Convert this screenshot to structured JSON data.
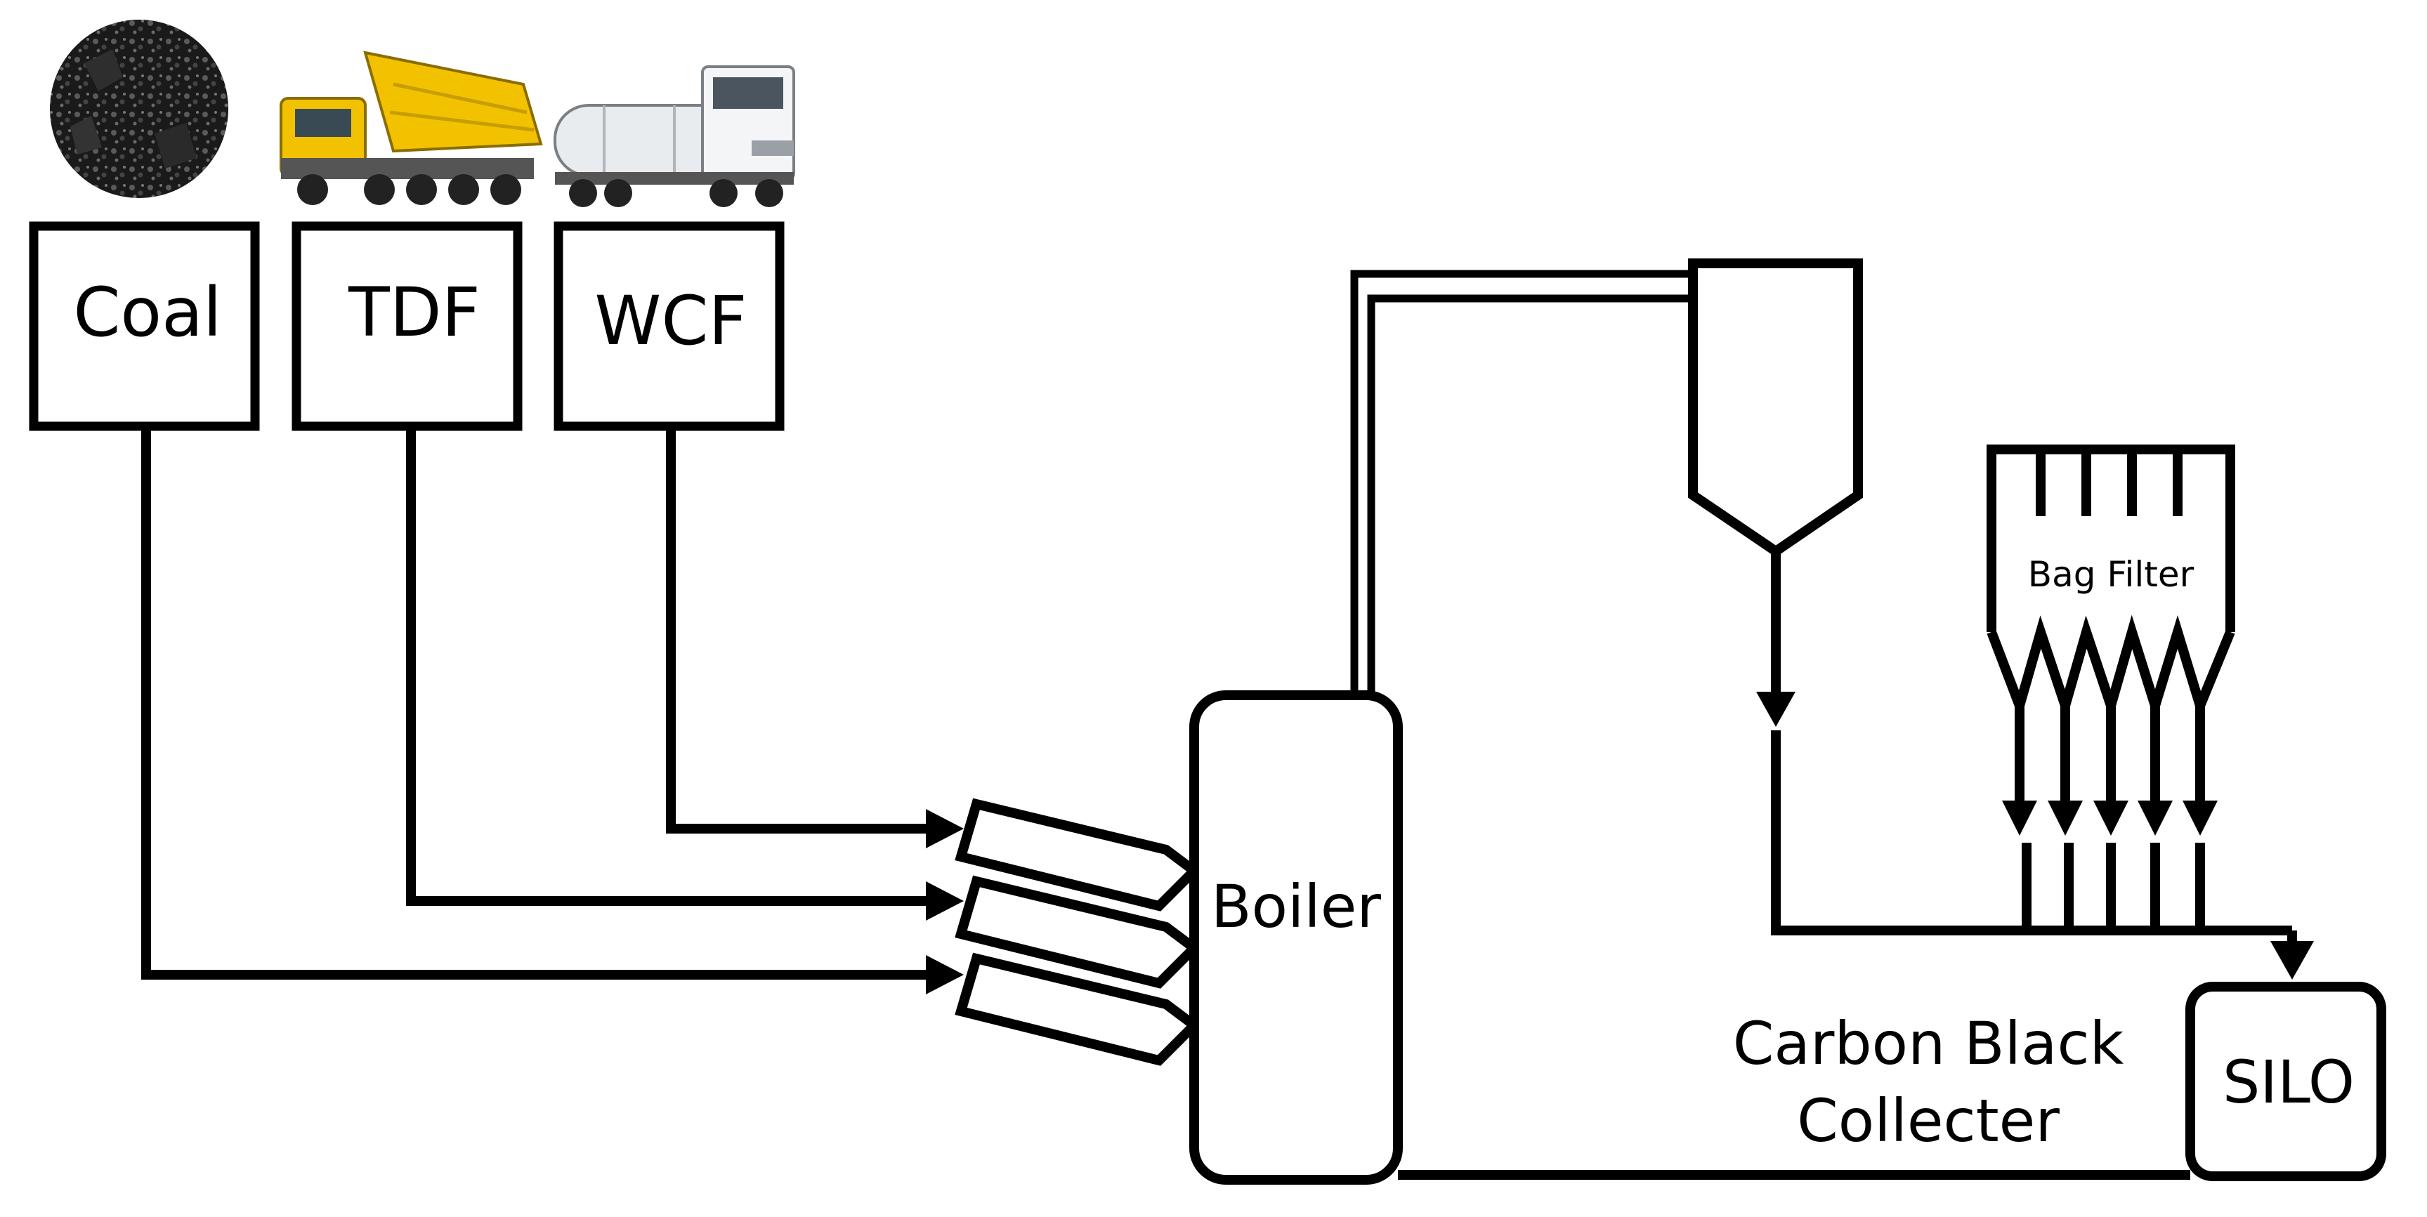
{
  "sources": {
    "coal": {
      "label": "Coal",
      "icon": "coal-pile-icon"
    },
    "tdf": {
      "label": "TDF",
      "icon": "dump-truck-icon"
    },
    "wcf": {
      "label": "WCF",
      "icon": "tanker-truck-icon"
    }
  },
  "boiler": {
    "label": "Boiler"
  },
  "bag_filter": {
    "label": "Bag Filter"
  },
  "collector": {
    "line1": "Carbon Black",
    "line2": "Collecter"
  },
  "silo": {
    "label": "SILO"
  },
  "colors": {
    "stroke": "#000000",
    "truck_yellow": "#f2c200",
    "tanker_white": "#e9ecef",
    "coal_dark": "#1d1d1d"
  }
}
